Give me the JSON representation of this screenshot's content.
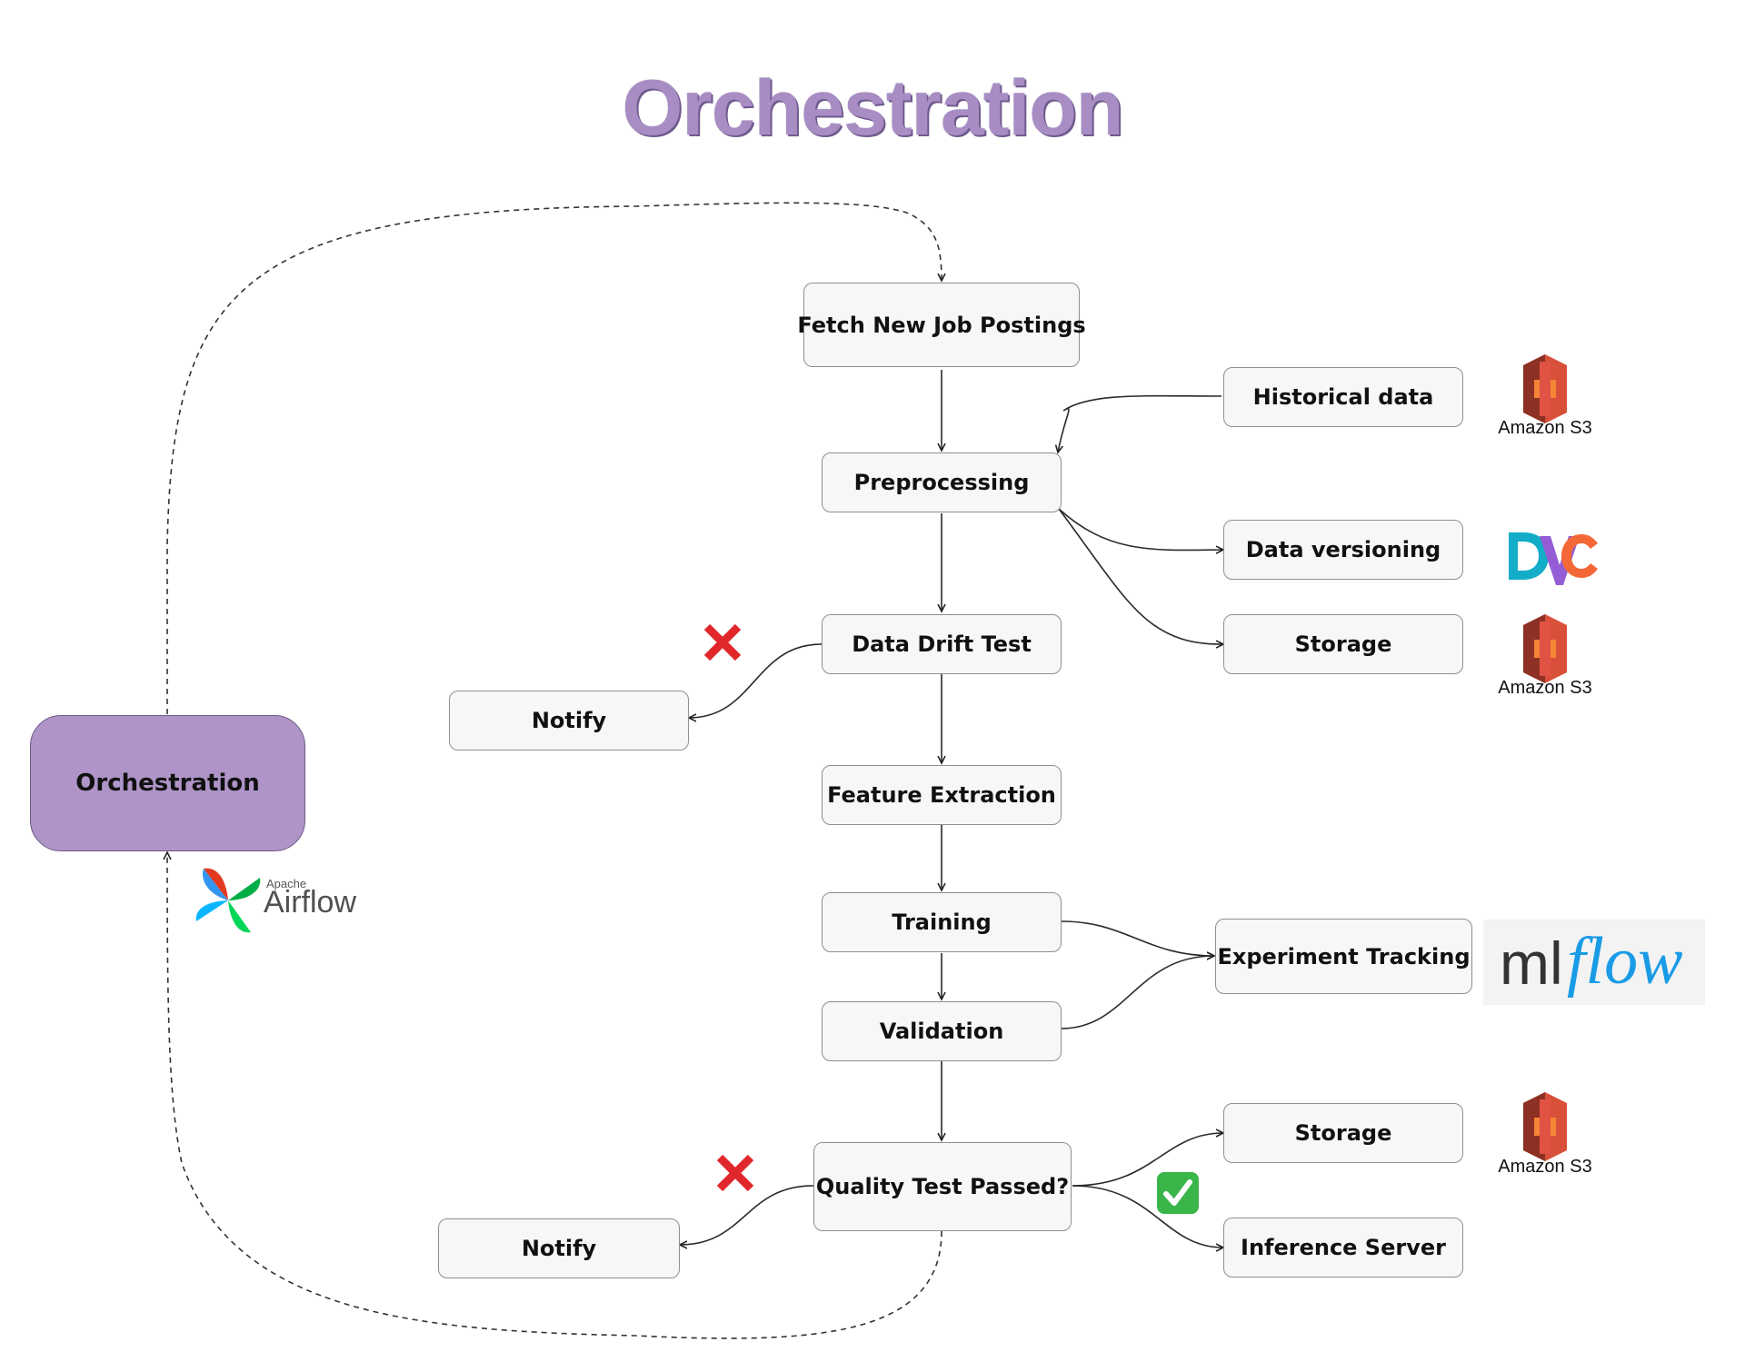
{
  "title": "Orchestration",
  "nodes": {
    "orchestration": "Orchestration",
    "fetch": "Fetch New Job Postings",
    "preprocessing": "Preprocessing",
    "historical": "Historical data",
    "versioning": "Data versioning",
    "storage_top": "Storage",
    "drift": "Data Drift Test",
    "notify_top": "Notify",
    "feature": "Feature Extraction",
    "training": "Training",
    "validation": "Validation",
    "experiment": "Experiment Tracking",
    "quality": "Quality Test Passed?",
    "notify_bottom": "Notify",
    "storage_bottom": "Storage",
    "inference": "Inference Server"
  },
  "logos": {
    "s3_caption_1": "Amazon S3",
    "s3_caption_2": "Amazon S3",
    "s3_caption_3": "Amazon S3",
    "dvc": "DVC",
    "mlflow_ml": "ml",
    "mlflow_flow": "flow",
    "airflow_small": "Apache",
    "airflow_big": "Airflow"
  },
  "colors": {
    "title": "#a88dc5",
    "orchestration_fill": "#ae94c7",
    "node_fill": "#f6f7f6",
    "fail_mark": "#e0282c",
    "pass_mark": "#39b54a",
    "s3": "#d9503a"
  },
  "icons": {
    "fail": "cross-mark-icon",
    "pass": "check-mark-icon"
  }
}
